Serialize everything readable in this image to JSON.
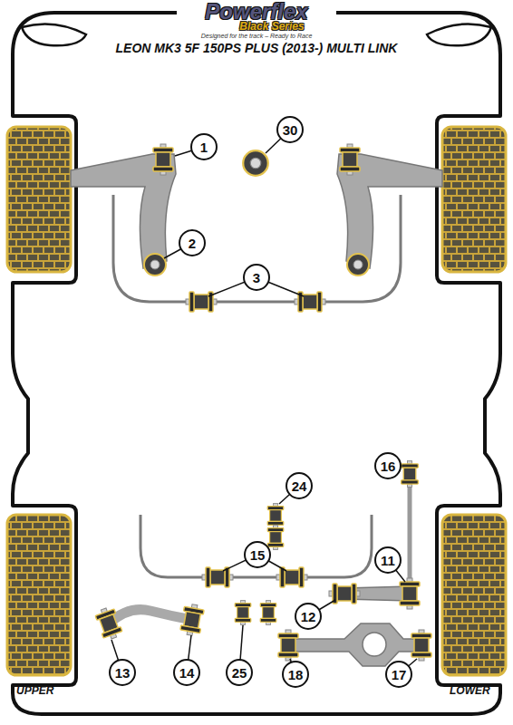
{
  "diagram": {
    "title": "LEON MK3 5F 150PS PLUS (2013-) MULTI LINK",
    "nodes": [
      {
        "text": [
          "1"
        ]
      },
      {
        "text": [
          "30"
        ]
      },
      {
        "text": [
          "2"
        ]
      },
      {
        "text": [
          "3"
        ]
      },
      {
        "text": [
          "16"
        ]
      },
      {
        "text": [
          "24"
        ]
      },
      {
        "text": [
          "15"
        ]
      },
      {
        "text": [
          "11"
        ]
      },
      {
        "text": [
          "12"
        ]
      },
      {
        "text": [
          "13"
        ]
      },
      {
        "text": [
          "14"
        ]
      },
      {
        "text": [
          "25"
        ]
      },
      {
        "text": [
          "18"
        ]
      },
      {
        "text": [
          "17"
        ]
      }
    ],
    "labels": [
      "Powerflex",
      "Black Series",
      "Designed for the track – Ready to Race",
      "UPPER",
      "LOWER"
    ]
  }
}
